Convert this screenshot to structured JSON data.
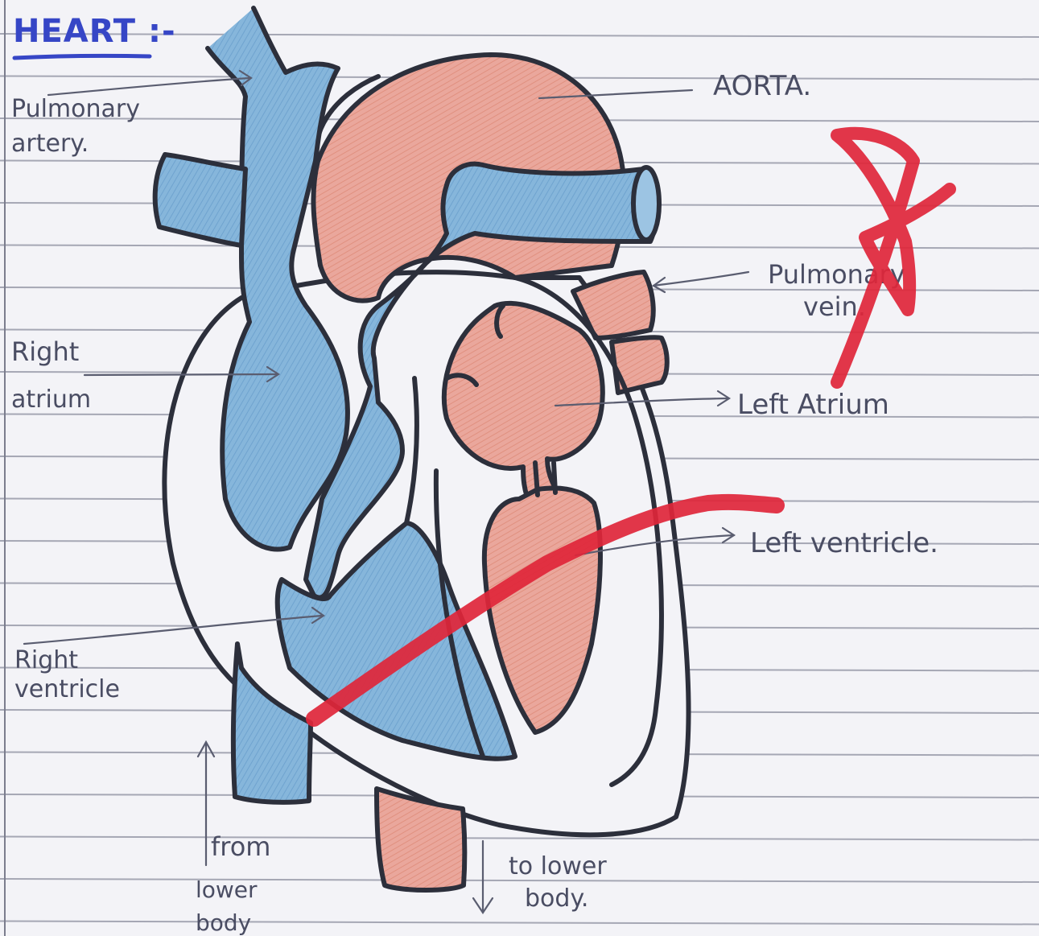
{
  "title": "HEART :-",
  "labels": {
    "pulmonary_artery": [
      "Pulmonary",
      "artery."
    ],
    "aorta": "AORTA.",
    "pulmonary_vein": [
      "Pulmonary",
      "vein."
    ],
    "right_atrium": [
      "Right",
      "atrium"
    ],
    "left_atrium": "Left Atrium",
    "left_ventricle": "Left ventricle.",
    "right_ventricle": [
      "Right",
      "ventricle"
    ],
    "from_lower_body": [
      "from",
      "lower",
      "body"
    ],
    "to_lower_body": [
      "to lower",
      "body."
    ]
  },
  "colors": {
    "deoxygenated_blue": "#7fb1d8",
    "oxygenated_red": "#e9a49a",
    "outline": "#2c2f3b",
    "title_blue": "#3646c6",
    "correction_red": "#e0263a",
    "paper": "#f3f3f7",
    "rule_line": "#8c8e9e"
  },
  "annotations": {
    "red_mark_topright": "check-mark",
    "red_strike_line": "strike-line"
  }
}
